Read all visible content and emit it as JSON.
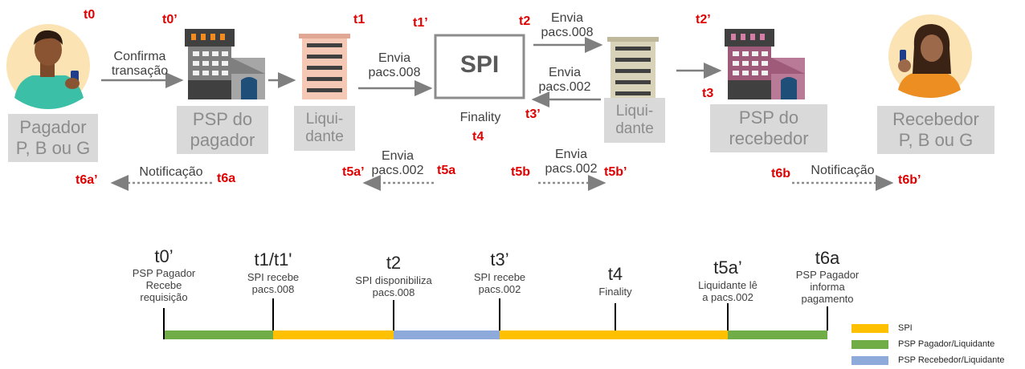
{
  "actors": {
    "payer": {
      "line1": "Pagador",
      "line2": "P, B ou G"
    },
    "psp_payer": {
      "line1": "PSP do",
      "line2": "pagador"
    },
    "liq_left": {
      "line1": "Liqui-",
      "line2": "dante"
    },
    "spi": {
      "label": "SPI",
      "finality": "Finality"
    },
    "liq_right": {
      "line1": "Liqui-",
      "line2": "dante"
    },
    "psp_receiver": {
      "line1": "PSP do",
      "line2": "recebedor"
    },
    "receiver": {
      "line1": "Recebedor",
      "line2": "P, B ou G"
    }
  },
  "messages": {
    "confirm": {
      "line1": "Confirma",
      "line2": "transação"
    },
    "send_left": {
      "line1": "Envia",
      "line2": "pacs.008"
    },
    "send_right": {
      "line1": "Envia",
      "line2": "pacs.008"
    },
    "return_002": {
      "line1": "Envia",
      "line2": "pacs.002"
    },
    "back_002_left": {
      "line1": "Envia",
      "line2": "pacs.002"
    },
    "back_002_right": {
      "line1": "Envia",
      "line2": "pacs.002"
    },
    "notif_left": "Notificação",
    "notif_right": "Notificação"
  },
  "tags": {
    "t0": "t0",
    "t0p": "t0’",
    "t1": "t1",
    "t1p": "t1’",
    "t2": "t2",
    "t2p": "t2’",
    "t3": "t3",
    "t3p": "t3’",
    "t4": "t4",
    "t5a": "t5a",
    "t5ap": "t5a’",
    "t5b": "t5b",
    "t5bp": "t5b’",
    "t6a": "t6a",
    "t6ap": "t6a’",
    "t6b": "t6b",
    "t6bp": "t6b’"
  },
  "timeline": {
    "points": [
      {
        "t": "t0’",
        "d1": "PSP Pagador",
        "d2": "Recebe",
        "d3": "requisição"
      },
      {
        "t": "t1/t1'",
        "d1": "SPI recebe",
        "d2": "pacs.008",
        "d3": ""
      },
      {
        "t": "t2",
        "d1": "SPI disponibiliza",
        "d2": "pacs.008",
        "d3": ""
      },
      {
        "t": "t3’",
        "d1": "SPI recebe",
        "d2": "pacs.002",
        "d3": ""
      },
      {
        "t": "t4",
        "d1": "Finality",
        "d2": "",
        "d3": ""
      },
      {
        "t": "t5a’",
        "d1": "Liquidante lê",
        "d2": "a pacs.002",
        "d3": ""
      },
      {
        "t": "t6a",
        "d1": "PSP Pagador",
        "d2": "informa",
        "d3": "pagamento"
      }
    ]
  },
  "legend": {
    "spi": {
      "label": "SPI",
      "color": "#ffc000"
    },
    "payer": {
      "label": "PSP Pagador/Liquidante",
      "color": "#70ad47"
    },
    "receiver": {
      "label": "PSP Recebedor/Liquidante",
      "color": "#8eaadb"
    }
  },
  "icons": {
    "payer_avatar": "person-phone-icon",
    "receiver_avatar": "woman-phone-icon",
    "building": "building-icon"
  }
}
